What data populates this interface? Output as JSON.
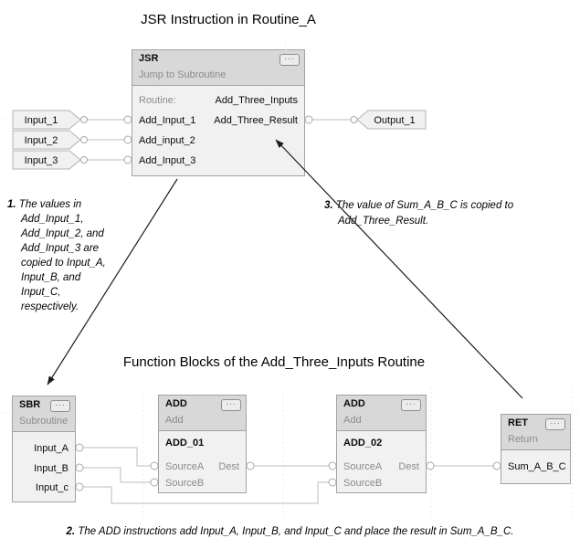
{
  "titles": {
    "jsr_section": "JSR Instruction in Routine_A",
    "fb_section": "Function Blocks of the Add_Three_Inputs Routine"
  },
  "tags": {
    "inputs": [
      "Input_1",
      "Input_2",
      "Input_3"
    ],
    "output": "Output_1"
  },
  "jsr": {
    "name": "JSR",
    "type_label": "Jump to Subroutine",
    "ellipsis": "...",
    "routine_label": "Routine:",
    "routine_name": "Add_Three_Inputs",
    "result_param": "Add_Three_Result",
    "input_params": [
      "Add_Input_1",
      "Add_input_2",
      "Add_Input_3"
    ]
  },
  "sbr": {
    "name": "SBR",
    "type_label": "Subroutine",
    "ellipsis": "...",
    "outputs": [
      "Input_A",
      "Input_B",
      "Input_c"
    ]
  },
  "add1": {
    "name": "ADD",
    "type_label": "Add",
    "ellipsis": "...",
    "instance": "ADD_01",
    "source_a": "SourceA",
    "source_b": "SourceB",
    "dest": "Dest"
  },
  "add2": {
    "name": "ADD",
    "type_label": "Add",
    "ellipsis": "...",
    "instance": "ADD_02",
    "source_a": "SourceA",
    "source_b": "SourceB",
    "dest": "Dest"
  },
  "ret": {
    "name": "RET",
    "type_label": "Return",
    "ellipsis": "...",
    "param": "Sum_A_B_C"
  },
  "notes": {
    "note1": {
      "num": "1.",
      "lines": [
        "The values in",
        "Add_Input_1,",
        "Add_Input_2, and",
        "Add_Input_3 are",
        "copied to Input_A,",
        "Input_B, and",
        "Input_C,",
        "respectively."
      ]
    },
    "note2": {
      "num": "2.",
      "text": "The ADD instructions add Input_A, Input_B, and Input_C and place the result in Sum_A_B_C."
    },
    "note3": {
      "num": "3.",
      "lines": [
        "The value of Sum_A_B_C is copied to",
        "Add_Three_Result."
      ]
    }
  },
  "colors": {
    "block_header_bg": "#d8d8d8",
    "block_body_bg": "#f1f1f1",
    "block_border": "#a3a3a3",
    "muted_text": "#8c8c8c",
    "wire": "#bcbcbc",
    "pin_stroke": "#a8a8a8",
    "tag_bg": "#f1f1f1",
    "tag_border": "#b3b3b3",
    "arrow": "#1c1c1c"
  }
}
